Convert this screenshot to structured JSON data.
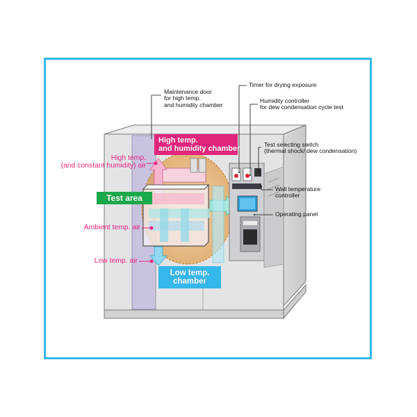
{
  "labels": {
    "maintenance_door": "Maintenance door\nfor high temp.\nand humidity chamber",
    "timer": "Timer for drying exposure",
    "humidity_controller": "Humidity controller\nfor dew condensation cycle test",
    "test_switch": "Test selecting switch\n(thermal shock/ dew condensation)",
    "wall_temp": "Wall temperature\ncontroller",
    "operating_panel": "Operating panel",
    "high_temp_air": "High temp.\n(and constant humidity) air",
    "ambient_air": "Ambient temp. air",
    "low_temp_air": "Low temp. air"
  },
  "tags": {
    "high_chamber": "High temp.\nand humidity chamber",
    "test_area": "Test area",
    "low_chamber": "Low temp.\nchamber"
  },
  "colors": {
    "frame": "#35b6e6",
    "hot": "#e3257c",
    "test": "#1aa84a",
    "cold": "#36b7ea",
    "airflow": "#a8e8dc"
  }
}
